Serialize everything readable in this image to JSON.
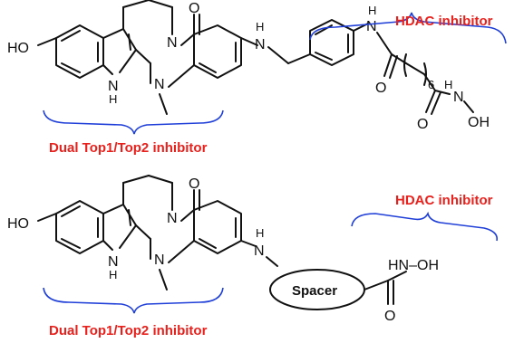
{
  "top": {
    "hdac_label": "HDAC inhibitor",
    "dual_label": "Dual Top1/Top2 inhibitor",
    "atoms": {
      "ho": "HO",
      "nh_indole": "N",
      "nh_indole_h": "H",
      "n_amide": "N",
      "o_carbonyl": "O",
      "n_methyl": "N",
      "nh_linker_h": "H",
      "nh_linker_n": "N",
      "nh_amide_h": "H",
      "nh_amide_n": "N",
      "o_amide": "O",
      "repeat": "6",
      "nh_hydroxamic": "H",
      "n_hydroxamic": "N",
      "oh": "OH",
      "o_hydroxamic": "O"
    }
  },
  "bottom": {
    "hdac_label": "HDAC inhibitor",
    "dual_label": "Dual Top1/Top2 inhibitor",
    "spacer_label": "Spacer",
    "atoms": {
      "ho": "HO",
      "nh_indole": "N",
      "nh_indole_h": "H",
      "n_amide": "N",
      "o_carbonyl": "O",
      "n_methyl": "N",
      "nh_linker_h": "H",
      "nh_linker_n": "N",
      "hn_oh": "HN–OH",
      "o_terminal": "O"
    }
  },
  "colors": {
    "label": "#e8211d",
    "brace": "#1f3fd8",
    "structure": "#111111"
  }
}
